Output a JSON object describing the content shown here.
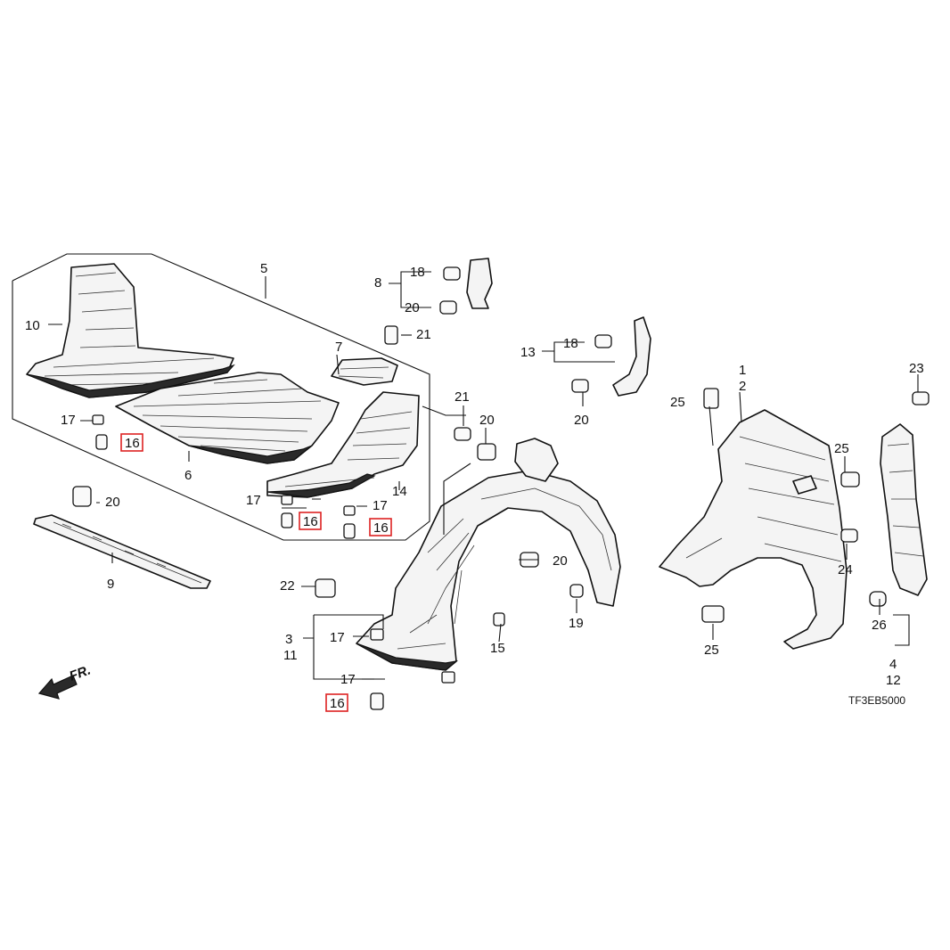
{
  "diagram": {
    "code": "TF3EB5000",
    "direction_label": "FR.",
    "callouts": [
      "1",
      "2",
      "3",
      "4",
      "5",
      "6",
      "7",
      "8",
      "9",
      "10",
      "11",
      "12",
      "13",
      "14",
      "15",
      "16",
      "17",
      "18",
      "19",
      "20",
      "21",
      "22",
      "23",
      "24",
      "25",
      "26"
    ],
    "highlighted_label": "16",
    "highlight_color": "#d22222"
  }
}
